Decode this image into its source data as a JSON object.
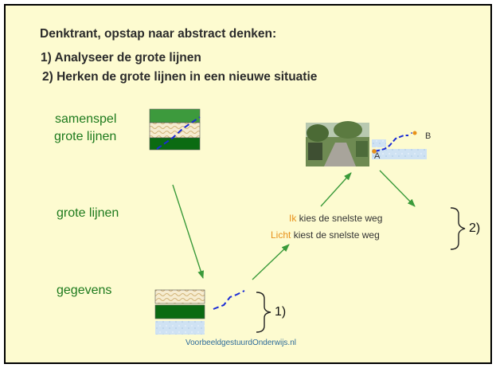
{
  "title": "Denktrant, opstap naar abstract denken:",
  "steps": [
    "1)  Analyseer de grote lijnen",
    "2)  Herken de grote lijnen in een nieuwe situatie"
  ],
  "levels": {
    "samenspel_line1": "samenspel",
    "samenspel_line2": "grote lijnen",
    "grote_lijnen": "grote lijnen",
    "gegevens": "gegevens"
  },
  "statement": {
    "line1_word": "Ik",
    "line1_rest": " kies de snelste weg",
    "line2_word": "Licht",
    "line2_rest": " kiest de snelste weg"
  },
  "map_labels": {
    "a": "A",
    "b": "B"
  },
  "brace_labels": {
    "one": "1)",
    "two": "2)"
  },
  "footer": "VoorbeeldgestuurdOnderwijs.nl",
  "colors": {
    "background": "#fdfbd0",
    "heading": "#2b2b2b",
    "label_green": "#1d7a1d",
    "arrow_green": "#3a9a3a",
    "path_blue": "#1a2bd6",
    "accent_orange": "#e8911a",
    "footer_blue": "#2d6b9a"
  }
}
